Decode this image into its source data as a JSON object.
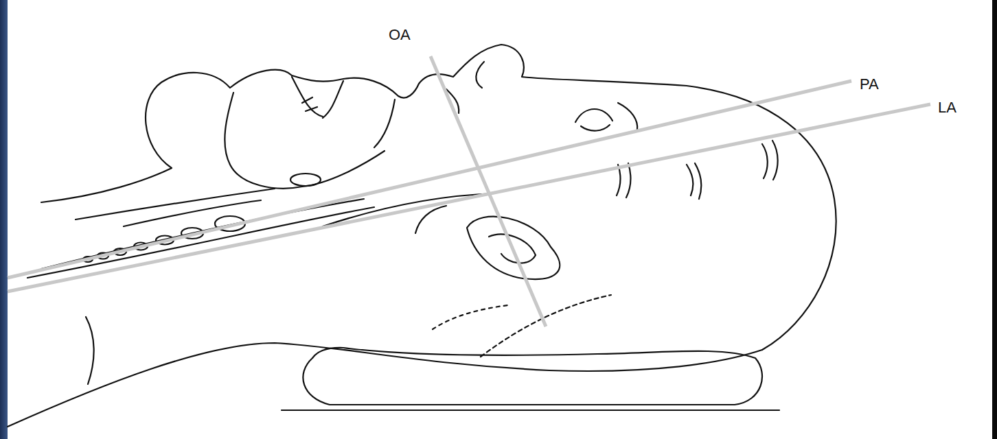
{
  "diagram": {
    "labels": [
      "OA",
      "PA",
      "LA"
    ]
  }
}
